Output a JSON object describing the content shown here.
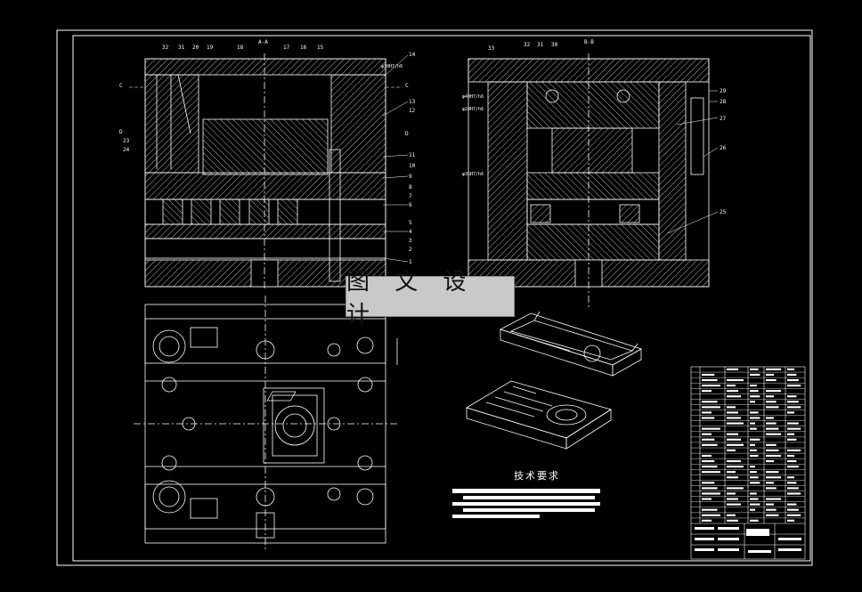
{
  "banner": {
    "text": "图 文 设 计"
  },
  "technical_requirements": {
    "title": "技术要求"
  },
  "section_marks": {
    "a_a": "A-A",
    "b_b": "B-B",
    "c_left": "C",
    "c_right": "C",
    "d_left": "D",
    "d_right": "D"
  },
  "fit_notes": {
    "left_top": "φ30H7/h6",
    "right_1": "φ40H7/h6",
    "right_2": "φ20H7/h6",
    "right_3": "φ35H7/h6"
  },
  "part_numbers": {
    "left_top": [
      "32",
      "31",
      "20",
      "19",
      "18",
      "17",
      "16",
      "15"
    ],
    "left_side": [
      "14",
      "13",
      "12",
      "11",
      "10",
      "9",
      "8",
      "7",
      "6",
      "5",
      "4",
      "3",
      "2",
      "1"
    ],
    "left_small": [
      "23",
      "24"
    ],
    "right_top": [
      "33",
      "32",
      "31",
      "30"
    ],
    "right_side": [
      "29",
      "28",
      "27",
      "26",
      "25"
    ]
  },
  "colors": {
    "background": "#000000",
    "line": "#ffffff",
    "banner_bg": "#c9c9c9"
  }
}
